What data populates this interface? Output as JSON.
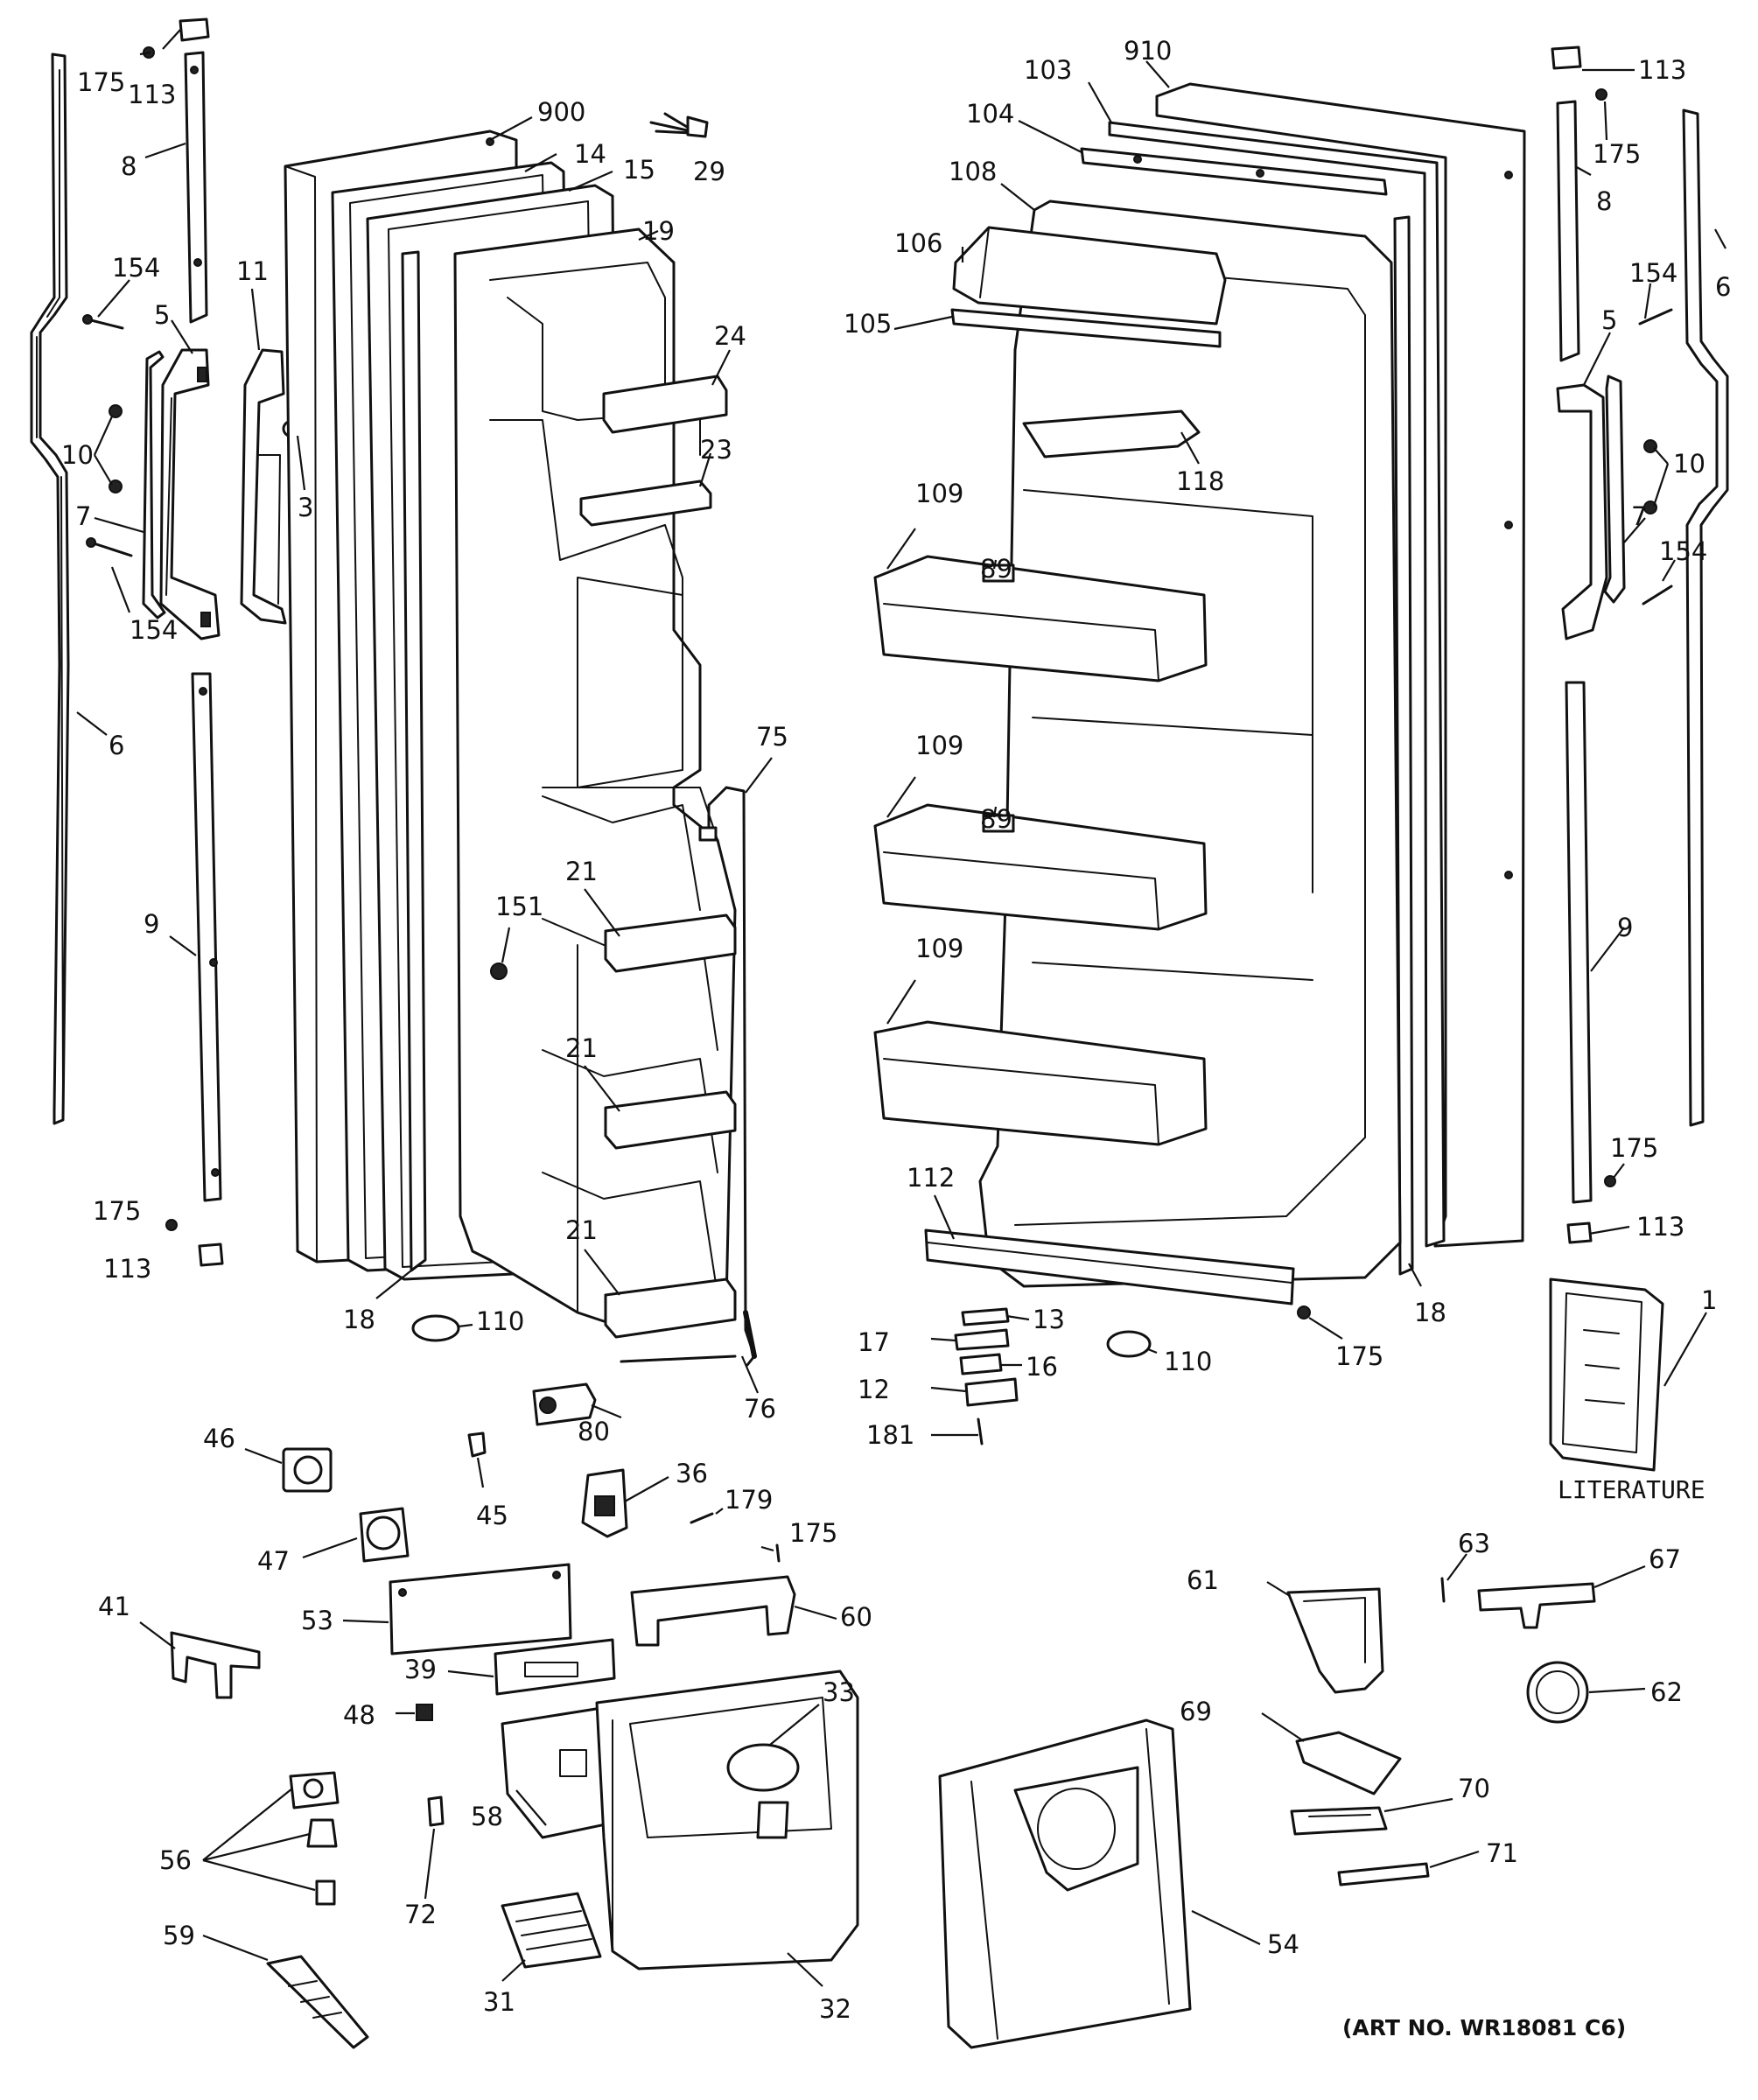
{
  "diagram": {
    "literature_label": "LITERATURE",
    "art_number": "(ART NO. WR18081 C6)",
    "callouts": [
      "175",
      "113",
      "8",
      "154",
      "5",
      "10",
      "7",
      "6",
      "9",
      "11",
      "3",
      "900",
      "14",
      "15",
      "29",
      "19",
      "24",
      "23",
      "21",
      "151",
      "75",
      "76",
      "80",
      "18",
      "110",
      "46",
      "45",
      "36",
      "179",
      "47",
      "41",
      "53",
      "60",
      "39",
      "48",
      "33",
      "56",
      "58",
      "72",
      "59",
      "31",
      "32",
      "910",
      "103",
      "104",
      "108",
      "106",
      "105",
      "118",
      "109",
      "89",
      "112",
      "13",
      "17",
      "16",
      "12",
      "181",
      "1",
      "63",
      "67",
      "61",
      "62",
      "69",
      "70",
      "71",
      "54"
    ]
  }
}
